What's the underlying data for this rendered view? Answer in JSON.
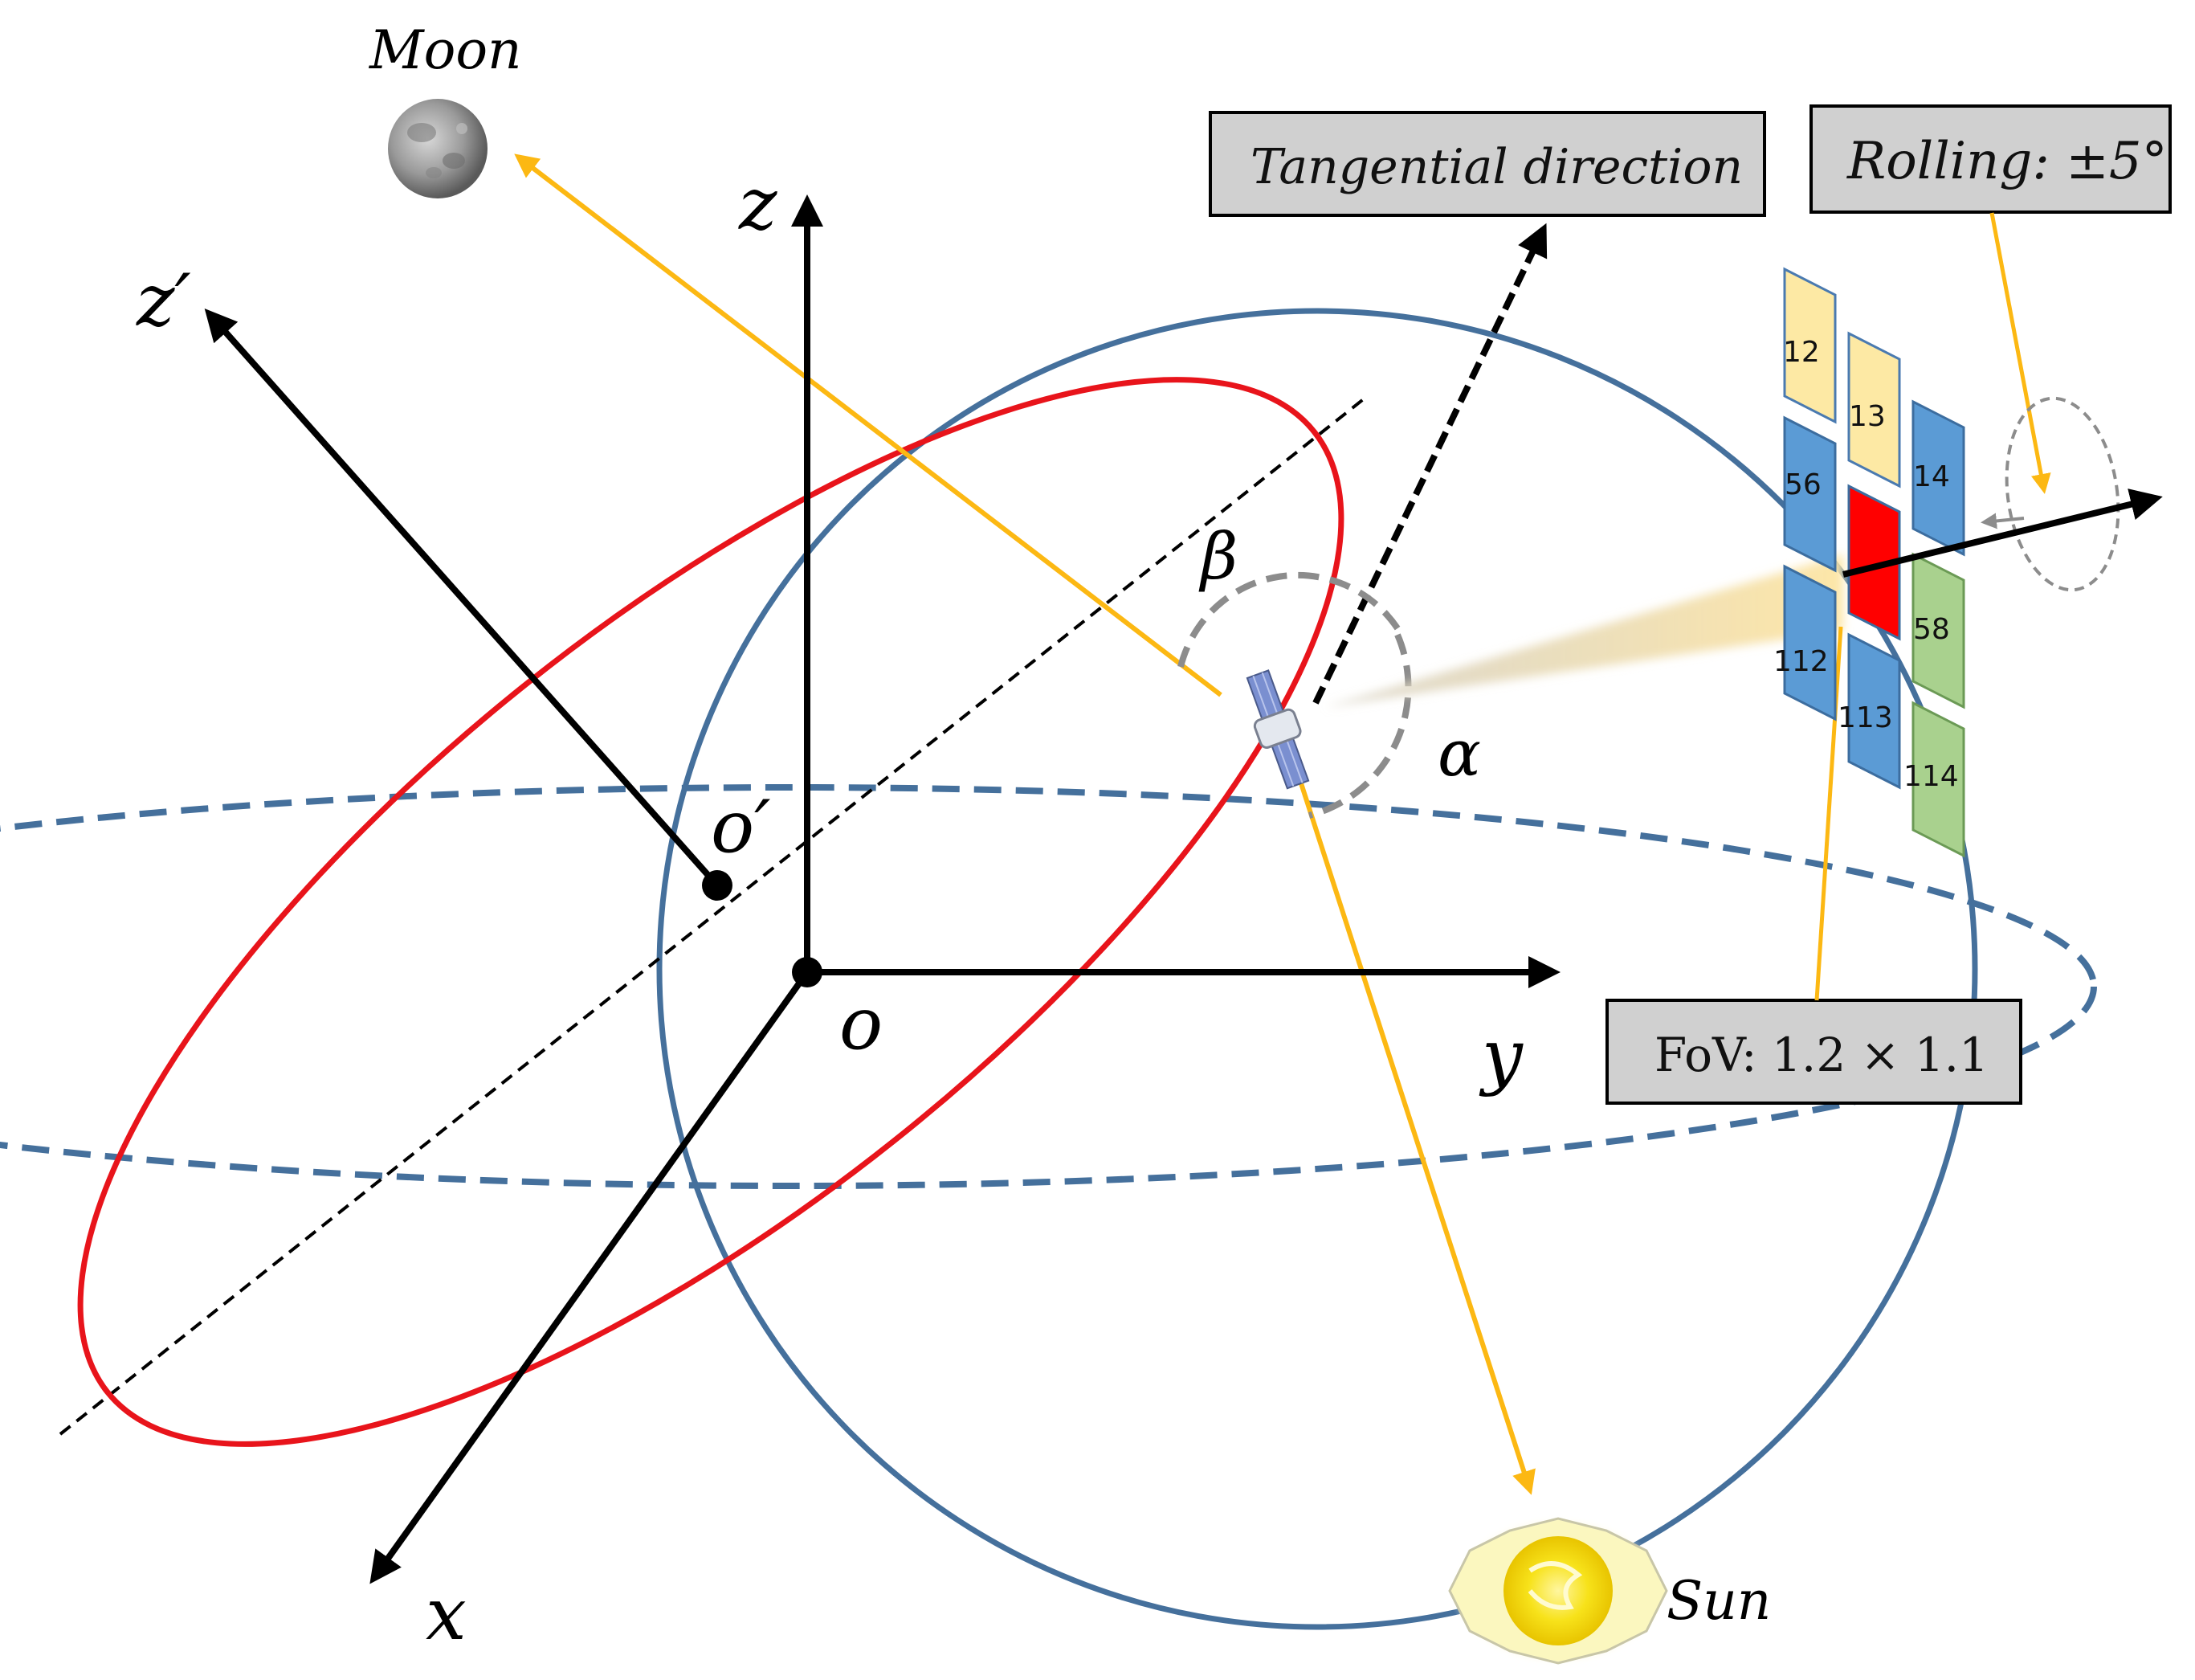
{
  "labels": {
    "moon": "Moon",
    "sun": "Sun",
    "z": "z",
    "z_prime": "z′",
    "x": "x",
    "y": "y",
    "origin": "o",
    "origin_prime": "o′",
    "alpha": "α",
    "beta": "β"
  },
  "boxes": {
    "tangential": "Tangential direction",
    "rolling": "Rolling: ±5°",
    "fov": "FoV: 1.2 × 1.1"
  },
  "tiles": [
    "12",
    "13",
    "56",
    "14",
    "58",
    "112",
    "113",
    "114"
  ],
  "colors": {
    "sphere": "#45709c",
    "orbit": "#e8141b",
    "sight": "#fcb813",
    "axis": "#000000",
    "tile_yellow": "#fde9a4",
    "tile_blue": "#5b9bd5",
    "tile_green": "#a9d18e",
    "tile_red": "#ff0000",
    "box_fill": "#d0d0d0"
  },
  "icons": {
    "moon": "moon-icon",
    "sun": "sun-icon",
    "satellite": "satellite-icon"
  }
}
